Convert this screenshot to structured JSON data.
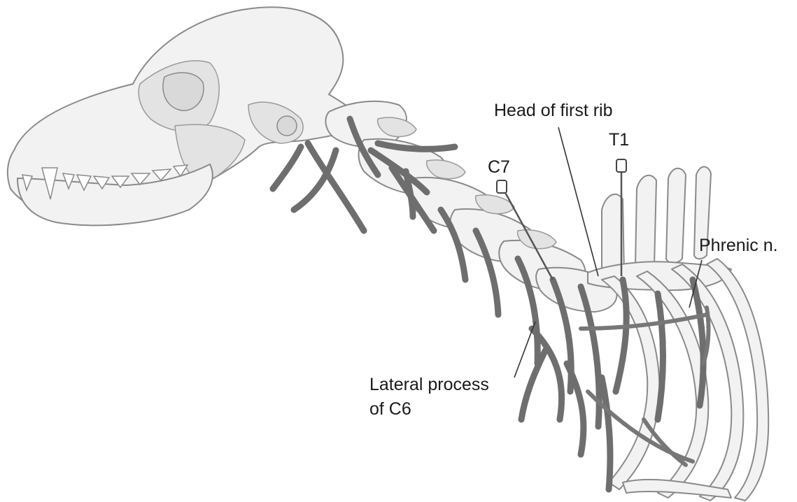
{
  "labels": {
    "head_of_first_rib": "Head of first rib",
    "t1": "T1",
    "c7": "C7",
    "phrenic": "Phrenic n.",
    "lateral_process_line1": "Lateral process",
    "lateral_process_line2": "of C6"
  },
  "colors": {
    "bone": "#f2f2f2",
    "nerve": "#6e6e6e",
    "outline": "#8a8a8a"
  }
}
